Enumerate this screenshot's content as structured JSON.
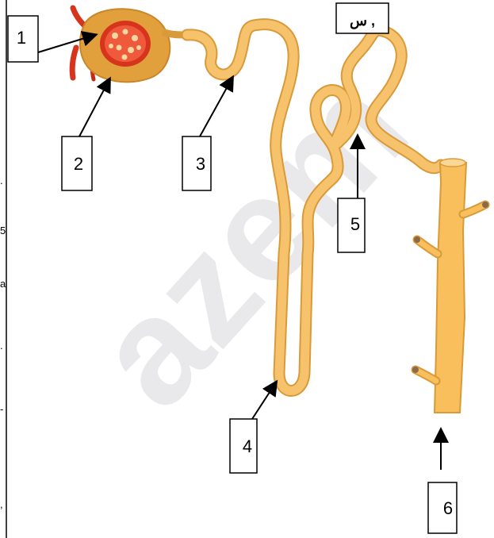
{
  "watermark": "azem",
  "labels": [
    {
      "id": "1",
      "text": "1"
    },
    {
      "id": "2",
      "text": "2"
    },
    {
      "id": "3",
      "text": "3"
    },
    {
      "id": "4",
      "text": "4"
    },
    {
      "id": "5",
      "text": "5"
    },
    {
      "id": "6",
      "text": "6"
    },
    {
      "id": "s",
      "text": "س ,"
    }
  ],
  "margin_marks": [
    ".",
    "5",
    "a",
    ".",
    "-",
    ","
  ],
  "colors": {
    "tubule": "#f7c26c",
    "tubule_edge": "#d99a3a",
    "capsule": "#e2a03c",
    "capsule_dark": "#c9862a",
    "blood": "#d6341d",
    "collecting_duct": "#f8bf5c"
  }
}
